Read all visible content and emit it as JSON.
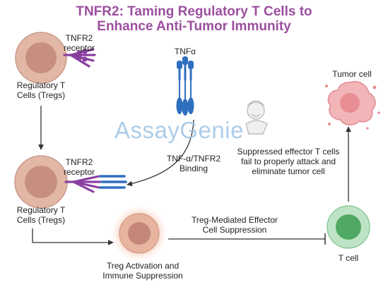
{
  "title": {
    "line1": "TNFR2: Taming Regulatory T Cells to",
    "line2": "Enhance Anti-Tumor Immunity"
  },
  "labels": {
    "receptor_top": [
      "TNFR2",
      "receptor"
    ],
    "treg_top": [
      "Regulatory T",
      "Cells (Tregs)"
    ],
    "tnf_alpha": "TNFα",
    "receptor_mid": [
      "TNFR2",
      "receptor"
    ],
    "binding": [
      "TNF-α/TNFR2",
      "Binding"
    ],
    "treg_mid": [
      "Regulatory T",
      "Cells (Tregs)"
    ],
    "tumor_cell": "Tumor cell",
    "suppressed": [
      "Suppressed effector T cells",
      "fail to properly attack and",
      "eliminate tumor cell"
    ],
    "suppression": [
      "Treg-Mediated Effector",
      "Cell Suppression"
    ],
    "activation": [
      "Treg Activation and",
      "Immune Suppression"
    ],
    "t_cell": "T cell"
  },
  "watermark": {
    "part1": "Assay",
    "part2": "Genie",
    "icon": "genie-lamp-icon"
  },
  "colors": {
    "title": "#9b4f9e",
    "cell_outer": "#e3b7a6",
    "cell_nucleus": "#c78f82",
    "receptor": "#8a3fa0",
    "tnf": "#2f6fc0",
    "tumor": "#f2b6b9",
    "tcell_outer": "#bfe3c5",
    "tcell_nucleus": "#4fa863",
    "arrow": "#333333"
  }
}
